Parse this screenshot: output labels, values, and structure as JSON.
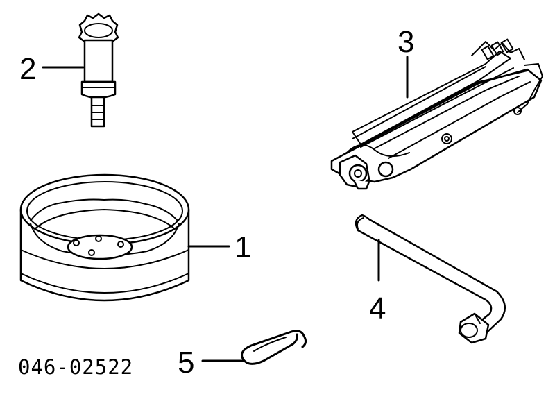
{
  "callouts": {
    "c1": "1",
    "c2": "2",
    "c3": "3",
    "c4": "4",
    "c5": "5"
  },
  "diagram_code": "046-02522"
}
